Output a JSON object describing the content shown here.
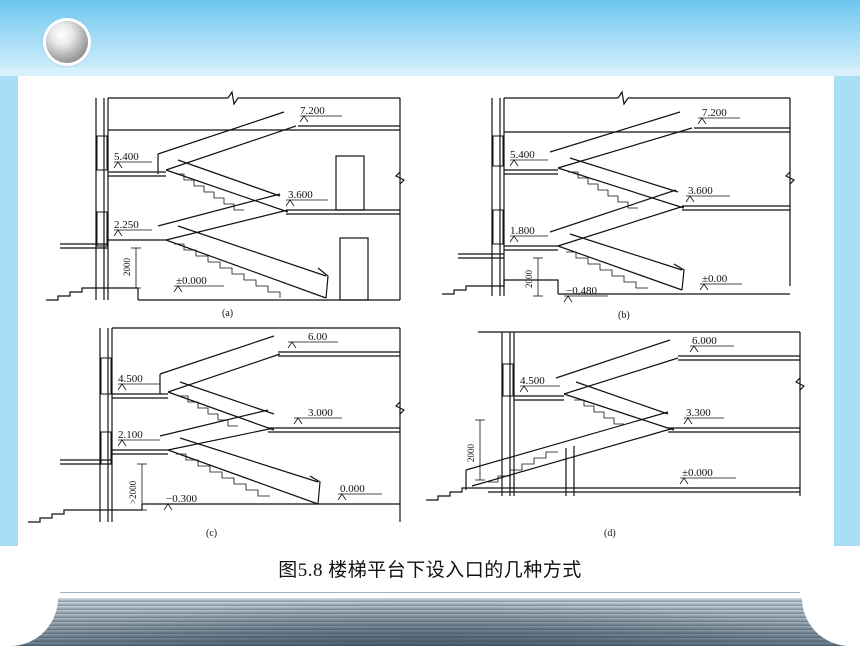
{
  "slide": {
    "caption": "图5.8  楼梯平台下设入口的几种方式"
  },
  "panels": [
    {
      "id": "a",
      "tag": "(a)",
      "levels": [
        "7.200",
        "5.400",
        "3.600",
        "2.250",
        "±0.000"
      ],
      "dimension": "2000"
    },
    {
      "id": "b",
      "tag": "(b)",
      "levels": [
        "7.200",
        "5.400",
        "3.600",
        "1.800",
        "±0.00",
        "−0.480"
      ],
      "dimension": "2000"
    },
    {
      "id": "c",
      "tag": "(c)",
      "levels": [
        "6.00",
        "4.500",
        "3.000",
        "2.100",
        "−0.300",
        "0.000"
      ],
      "dimension": ">2000"
    },
    {
      "id": "d",
      "tag": "(d)",
      "levels": [
        "6.000",
        "4.500",
        "3.300",
        "±0.000"
      ],
      "dimension": "2000"
    }
  ],
  "colors": {
    "header": "#6cc6ee",
    "side": "#a9dff6",
    "ink": "#111111"
  }
}
